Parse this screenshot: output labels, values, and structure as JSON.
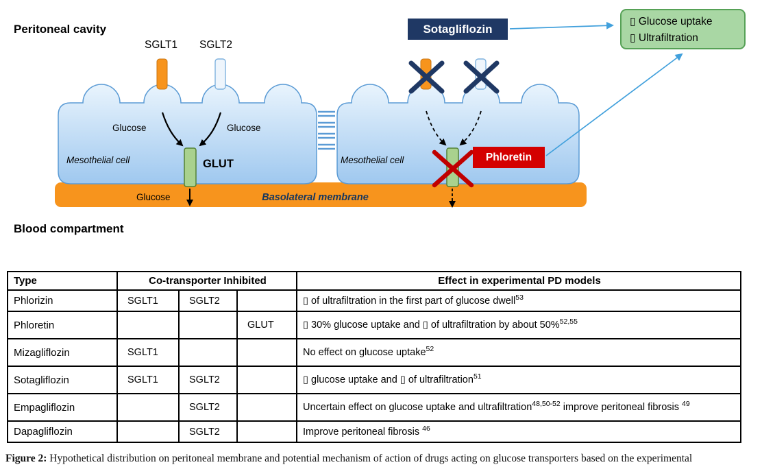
{
  "diagram": {
    "peritoneal_cavity": "Peritoneal cavity",
    "blood_compartment": "Blood compartment",
    "sglt1_label": "SGLT1",
    "sglt2_label": "SGLT2",
    "glucose_left": "Glucose",
    "glucose_right": "Glucose",
    "glucose_bottom": "Glucose",
    "mesothelial_left": "Mesothelial cell",
    "mesothelial_right": "Mesothelial cell",
    "glut_label": "GLUT",
    "basolateral_label": "Basolateral membrane",
    "sotagliflozin_label": "Sotagliflozin",
    "phloretin_label": "Phloretin",
    "outcome": {
      "line1": "▯ Glucose uptake",
      "line2": "▯  Ultrafiltration"
    },
    "colors": {
      "cell_fill_top": "#e9f4fd",
      "cell_fill_bottom": "#9fc8ef",
      "cell_border": "#5b9bd5",
      "transporter_orange": "#f7941d",
      "transporter_light": "#eef5fc",
      "glut_green": "#a9d18e",
      "glut_border": "#538135",
      "membrane_orange": "#f7941d",
      "navy": "#1f3864",
      "red": "#d40000",
      "outcome_fill": "#a9d7a4",
      "outcome_border": "#56a156",
      "connector_blue": "#41a0dc"
    }
  },
  "table": {
    "headers": {
      "type": "Type",
      "cotransporter": "Co-transporter Inhibited",
      "effect": "Effect in experimental PD models"
    },
    "rows": [
      {
        "type": "Phlorizin",
        "c1": "SGLT1",
        "c2": "SGLT2",
        "c3": "",
        "effect": [
          {
            "text": "▯ of ultrafiltration in the first part of glucose dwell"
          },
          {
            "text": "53",
            "sup": true
          }
        ]
      },
      {
        "type": "Phloretin",
        "c1": "",
        "c2": "",
        "c3": "GLUT",
        "effect": [
          {
            "text": "▯ 30% glucose uptake and ▯ of ultrafiltration by about 50%"
          },
          {
            "text": "52,55",
            "sup": true
          }
        ]
      },
      {
        "type": "Mizagliflozin",
        "c1": "SGLT1",
        "c2": "",
        "c3": "",
        "effect": [
          {
            "text": "No effect on glucose uptake"
          },
          {
            "text": "52",
            "sup": true
          }
        ]
      },
      {
        "type": "Sotagliflozin",
        "c1": "SGLT1",
        "c2": "SGLT2",
        "c3": "",
        "effect": [
          {
            "text": "▯ glucose uptake and ▯ of ultrafiltration"
          },
          {
            "text": "51",
            "sup": true
          }
        ]
      },
      {
        "type": "Empagliflozin",
        "c1": "",
        "c2": "SGLT2",
        "c3": "",
        "effect": [
          {
            "text": "Uncertain effect on glucose uptake and ultrafiltration"
          },
          {
            "text": "48,50-52",
            "sup": true
          },
          {
            "text": " improve peritoneal fibrosis "
          },
          {
            "text": "49",
            "sup": true
          }
        ]
      },
      {
        "type": "Dapagliflozin",
        "c1": "",
        "c2": "SGLT2",
        "c3": "",
        "effect": [
          {
            "text": "Improve peritoneal fibrosis "
          },
          {
            "text": "46",
            "sup": true
          }
        ]
      }
    ]
  },
  "caption": {
    "label": "Figure 2:",
    "text": " Hypothetical distribution on peritoneal membrane and potential mechanism of action of drugs acting on glucose transporters based on the experimental"
  }
}
